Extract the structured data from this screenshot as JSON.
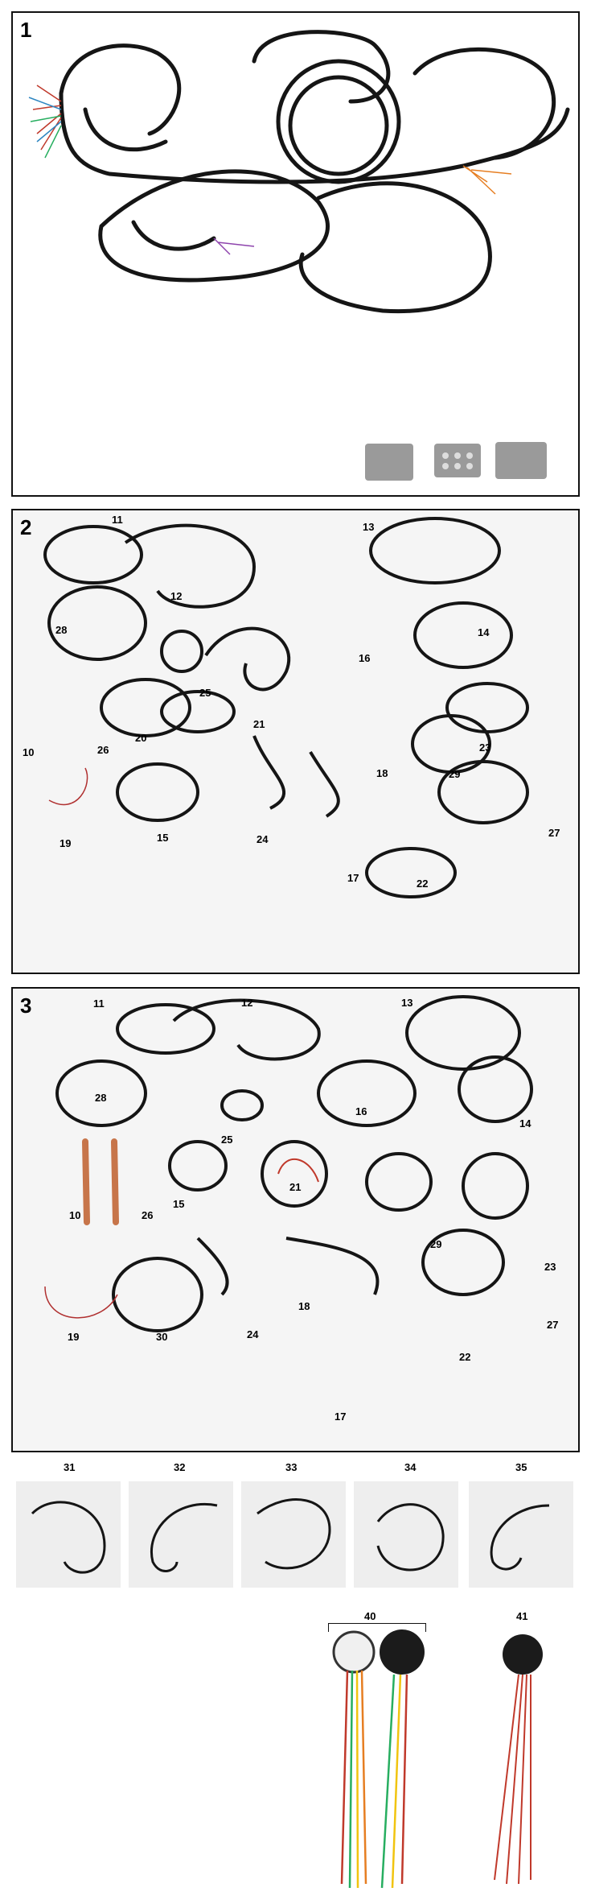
{
  "panels": {
    "p1": {
      "number": "1"
    },
    "p2": {
      "number": "2",
      "labels": {
        "l11": "11",
        "l12": "12",
        "l13": "13",
        "l28": "28",
        "l14": "14",
        "l16": "16",
        "l25": "25",
        "l10": "10",
        "l26": "26",
        "l20": "20",
        "l21": "21",
        "l23": "23",
        "l18": "18",
        "l29": "29",
        "l19": "19",
        "l15": "15",
        "l24": "24",
        "l27": "27",
        "l17": "17",
        "l22": "22"
      }
    },
    "p3": {
      "number": "3",
      "labels": {
        "l11": "11",
        "l12": "12",
        "l13": "13",
        "l28": "28",
        "l16": "16",
        "l14": "14",
        "l25": "25",
        "l10": "10",
        "l26": "26",
        "l15": "15",
        "l21": "21",
        "l29": "29",
        "l23": "23",
        "l18": "18",
        "l27": "27",
        "l19": "19",
        "l30": "30",
        "l24": "24",
        "l22": "22",
        "l17": "17"
      }
    }
  },
  "sub_harnesses": {
    "l31": "31",
    "l32": "32",
    "l33": "33",
    "l34": "34",
    "l35": "35"
  },
  "connectors": {
    "l40": "40",
    "l41": "41"
  },
  "colors": {
    "cable": "#151515",
    "border": "#111111",
    "photo_bg": "#ededed",
    "copper": "#c7754a"
  }
}
